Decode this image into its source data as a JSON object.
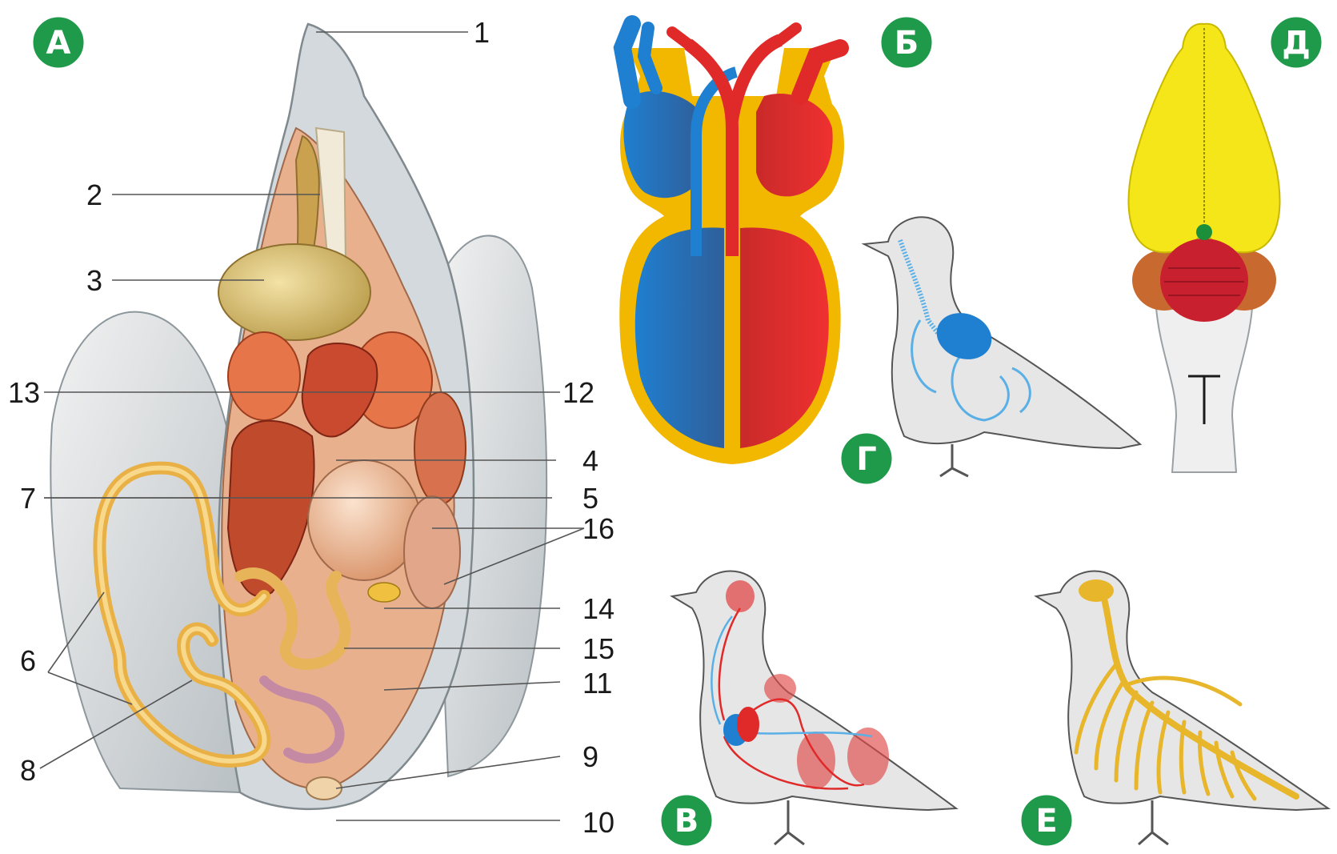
{
  "panels": {
    "a": "А",
    "b": "Б",
    "v": "В",
    "g": "Г",
    "d": "Д",
    "e": "Е"
  },
  "labels": {
    "n1": "1",
    "n2": "2",
    "n3": "3",
    "n4": "4",
    "n5": "5",
    "n6": "6",
    "n7": "7",
    "n8": "8",
    "n9": "9",
    "n10": "10",
    "n11": "11",
    "n12": "12",
    "n13": "13",
    "n14": "14",
    "n15": "15",
    "n16": "16"
  },
  "colors": {
    "badge": "#1f9a4a",
    "venous": "#2a7fc4",
    "arterial": "#e02a2a",
    "heart_wall": "#f2b800",
    "brain_hemispheres": "#f5e61a",
    "cerebellum": "#c8202f",
    "skeleton": "#e8b62a",
    "body_fill": "#e6e6e6"
  }
}
